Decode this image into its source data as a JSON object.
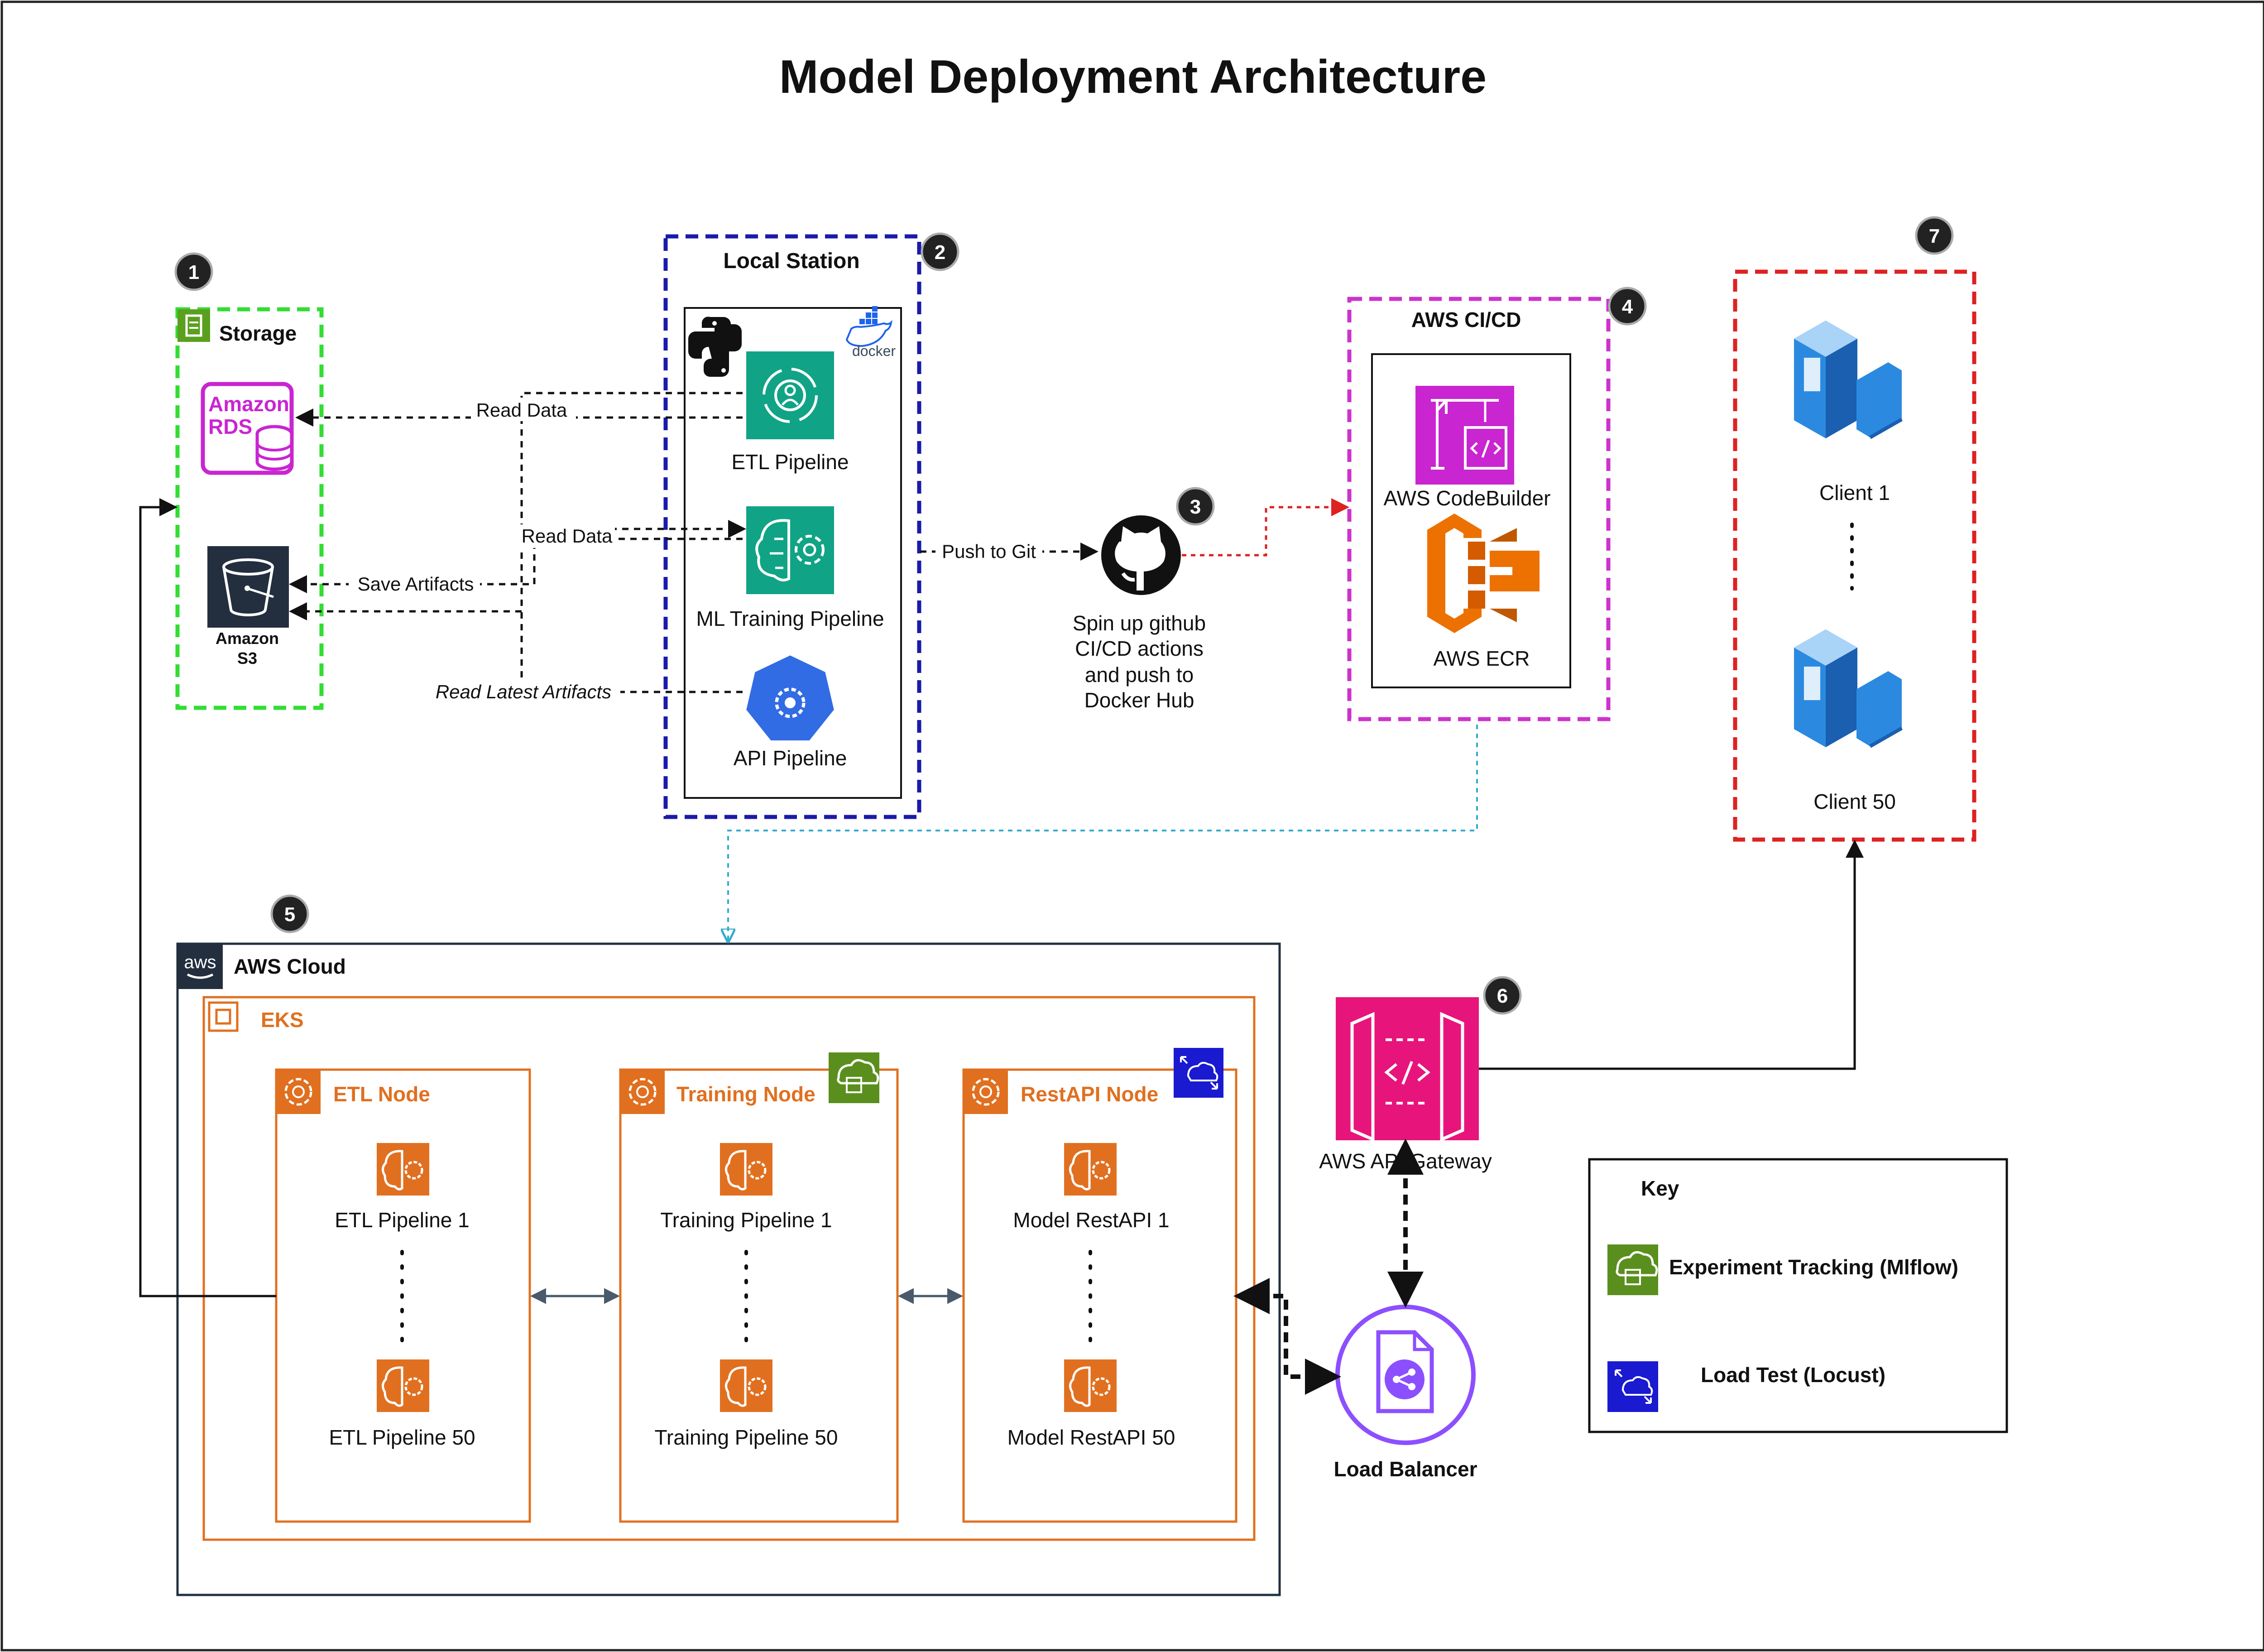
{
  "title": "Model Deployment Architecture",
  "colors": {
    "storage_border": "#33dd33",
    "local_border": "#1a1aaa",
    "cicd_border": "#cc33cc",
    "clients_border": "#dd2222",
    "aws_border": "#232f3e",
    "eks": "#e07020",
    "ml_teal": "#11a386",
    "rds_magenta": "#c925d1",
    "api_pink": "#e7157b",
    "lb_purple": "#8c4fff",
    "ecr_orange": "#ed7100",
    "mlflow_green": "#5a8f1e",
    "locust_blue": "#1a1ad0",
    "client_blue": "#2b8ae0",
    "k8s_blue": "#326ce5",
    "cyan_arrow": "#33aacc",
    "red_arrow": "#dd2222"
  },
  "badges": [
    "1",
    "2",
    "3",
    "4",
    "5",
    "6",
    "7"
  ],
  "storage": {
    "title": "Storage",
    "rds_label": "Amazon\nRDS",
    "s3_label_1": "Amazon",
    "s3_label_2": "S3"
  },
  "local_station": {
    "title": "Local Station",
    "docker_label": "docker",
    "etl": "ETL Pipeline",
    "ml_training": "ML Training Pipeline",
    "api": "API Pipeline"
  },
  "edge_labels": {
    "read_data_1": "Read Data",
    "read_data_2": "Read Data",
    "save_artifacts": "Save Artifacts",
    "read_latest": "Read Latest Artifacts",
    "push_to_git": "Push to Git"
  },
  "github": {
    "caption_1": "Spin up github",
    "caption_2": "CI/CD actions",
    "caption_3": "and push to",
    "caption_4": "Docker Hub"
  },
  "aws_cicd": {
    "title": "AWS CI/CD",
    "codebuilder": "AWS CodeBuilder",
    "ecr": "AWS ECR"
  },
  "clients": {
    "client_1": "Client 1",
    "client_50": "Client 50"
  },
  "aws_cloud": {
    "title": "AWS Cloud",
    "logo": "aws",
    "eks": "EKS",
    "etl_node": {
      "title": "ETL Node",
      "item_1": "ETL Pipeline 1",
      "item_50": "ETL Pipeline 50"
    },
    "training_node": {
      "title": "Training Node",
      "item_1": "Training Pipeline 1",
      "item_50": "Training Pipeline 50"
    },
    "restapi_node": {
      "title": "RestAPI Node",
      "item_1": "Model RestAPI 1",
      "item_50": "Model RestAPI 50"
    }
  },
  "api_gateway": "AWS API Gateway",
  "load_balancer": "Load Balancer",
  "key": {
    "title": "Key",
    "mlflow": "Experiment Tracking (Mlflow)",
    "locust": "Load Test (Locust)"
  }
}
